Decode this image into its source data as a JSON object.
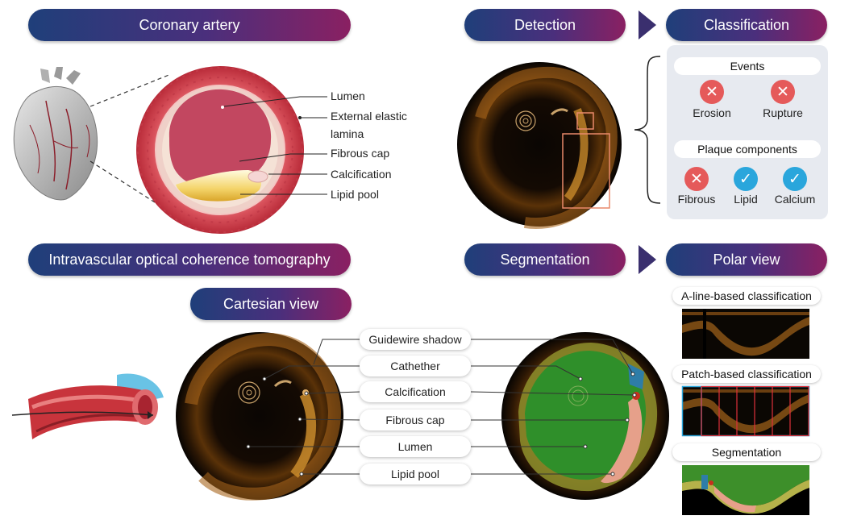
{
  "headers": {
    "coronary": "Coronary artery",
    "detection": "Detection",
    "classification": "Classification",
    "ivoct": "Intravascular optical coherence tomography",
    "segmentation": "Segmentation",
    "polar": "Polar view",
    "cartesian": "Cartesian view"
  },
  "artery_labels": [
    "Lumen",
    "External elastic",
    "lamina",
    "Fibrous cap",
    "Calcification",
    "Lipid pool"
  ],
  "classification": {
    "events_title": "Events",
    "events": [
      {
        "label": "Erosion",
        "status": "cross"
      },
      {
        "label": "Rupture",
        "status": "cross"
      }
    ],
    "plaque_title": "Plaque components",
    "plaque": [
      {
        "label": "Fibrous",
        "status": "cross"
      },
      {
        "label": "Lipid",
        "status": "check"
      },
      {
        "label": "Calcium",
        "status": "check"
      }
    ]
  },
  "oct_labels": [
    "Guidewire shadow",
    "Cathether",
    "Calcification",
    "Fibrous cap",
    "Lumen",
    "Lipid pool"
  ],
  "polar": {
    "aline": "A-line-based classification",
    "patch": "Patch-based classification",
    "segmentation": "Segmentation"
  },
  "colors": {
    "pill_start": "#1f3f7a",
    "pill_end": "#8a2062",
    "cross": "#e55a5a",
    "check": "#2aa6dc",
    "seg_lumen": "#2f8f2a",
    "seg_fibrous": "#c9b84a",
    "seg_lipid": "#e6a08a",
    "seg_calc": "#c8301e",
    "seg_guidewire": "#2e7da8"
  }
}
